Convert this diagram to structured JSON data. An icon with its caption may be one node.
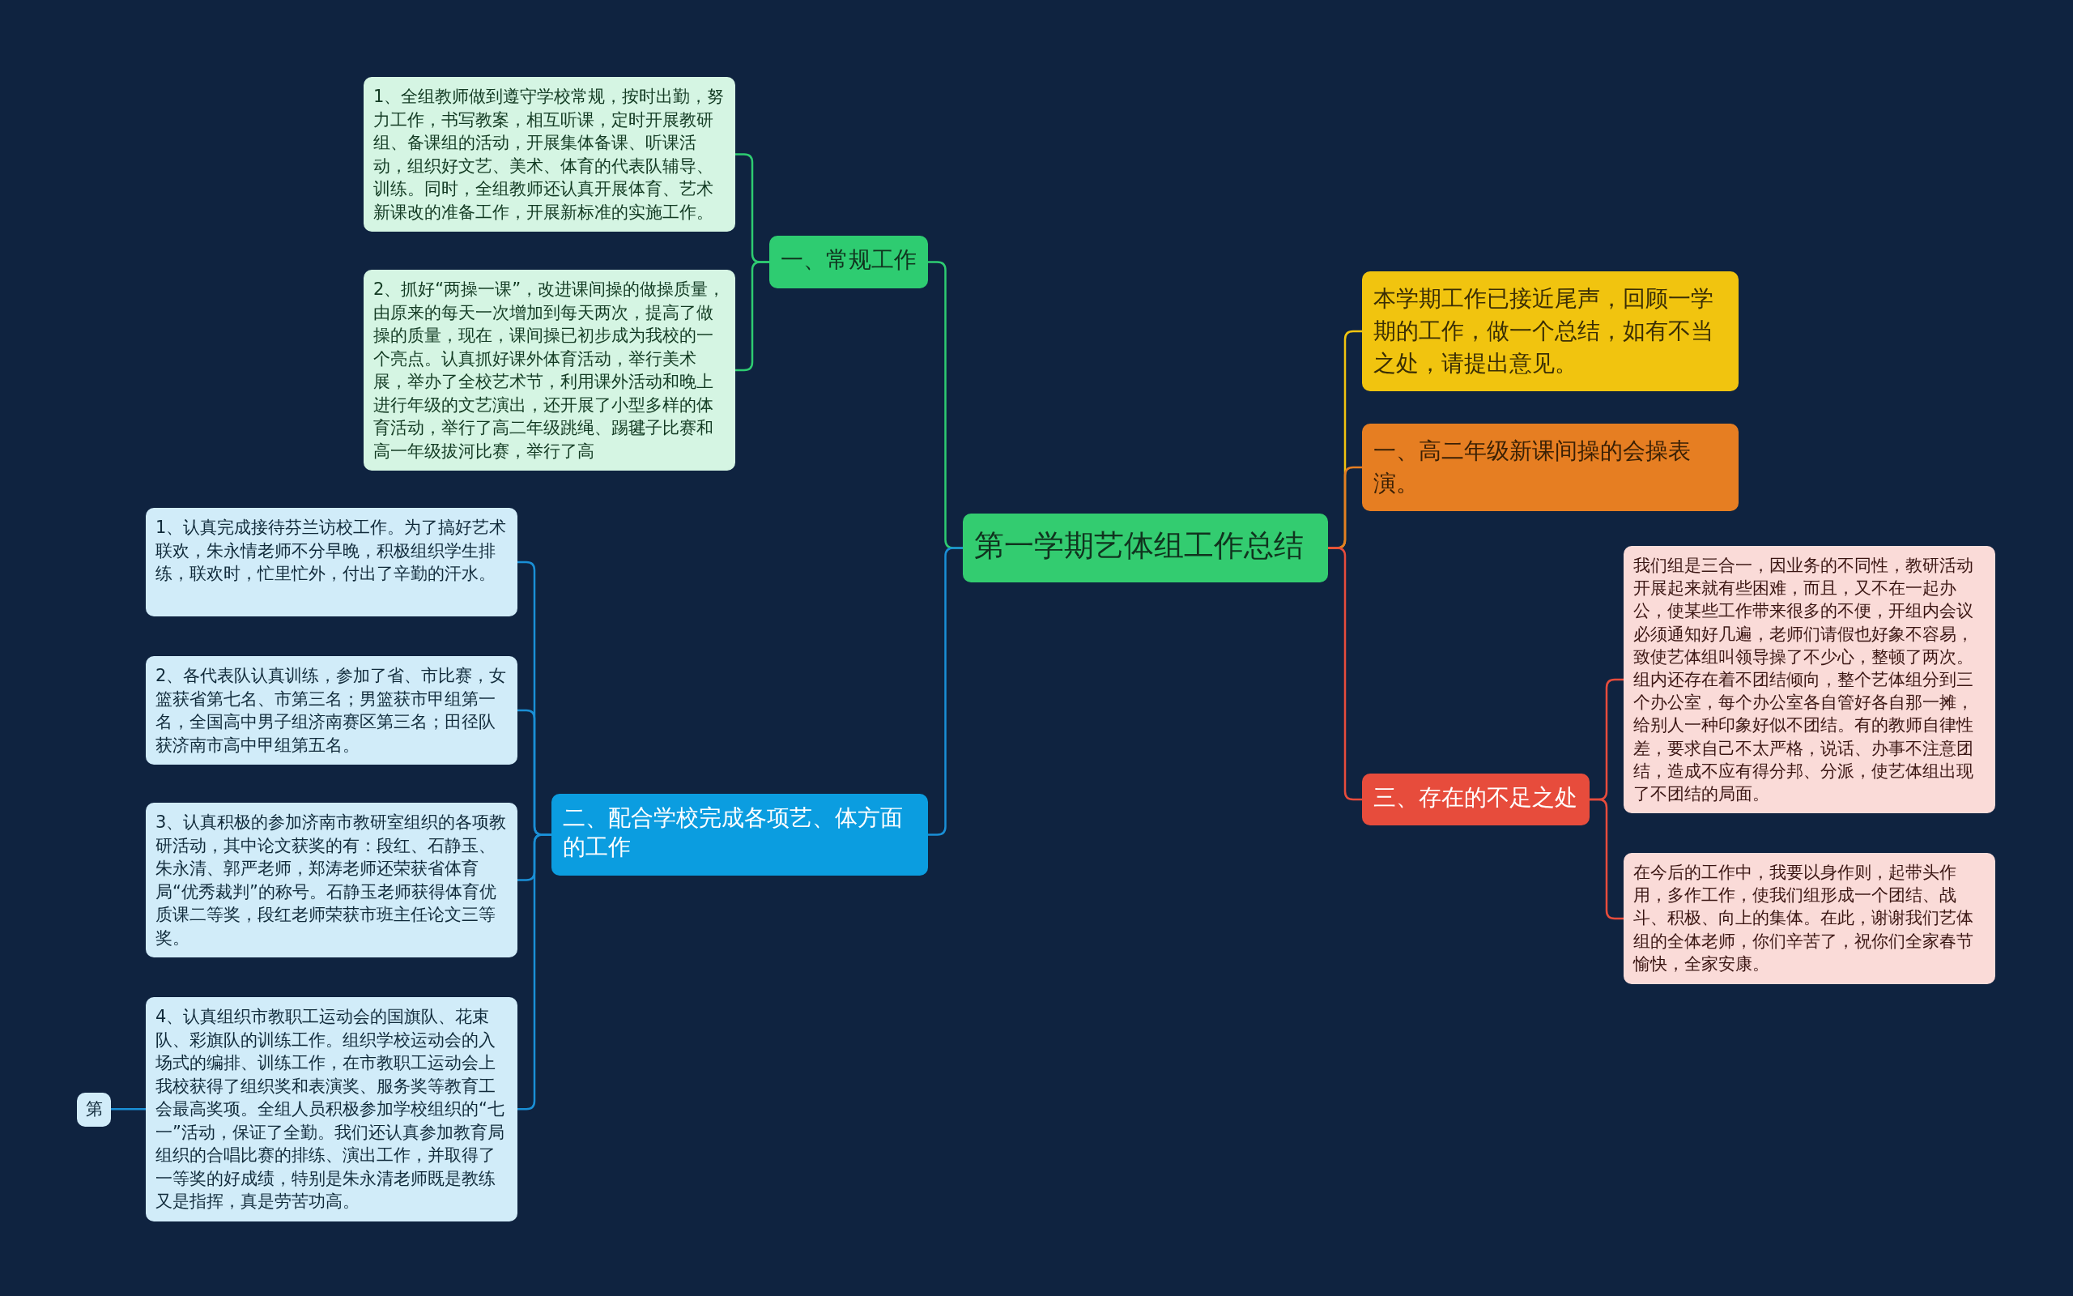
{
  "diagram": {
    "nodes": [
      {
        "text": [
          "第一学期艺体组工作总结"
        ]
      },
      {
        "text": [
          "一、常规工作"
        ]
      },
      {
        "text": [
          "1、全组教师做到遵守学校常规，按时出勤，努力工作，书写教案，相互听课，定时开展教研组、备课组的活动，开展集体备课、听课活动，组织好文艺、美术、体育的代表队辅导、训练。同时，全组教师还认真开展体育、艺术新课改的准备工作，开展新标准的实施工作。"
        ]
      },
      {
        "text": [
          "2、抓好“两操一课”，改进课间操的做操质量，由原来的每天一次增加到每天两次，提高了做操的质量，现在，课间操已初步成为我校的一个亮点。认真抓好课外体育活动，举行美术展，举办了全校艺术节，利用课外活动和晚上进行年级的文艺演出，还开展了小型多样的体育活动，举行了高二年级跳绳、踢毽子比赛和高一年级拔河比赛，举行了高"
        ]
      },
      {
        "text": [
          "二、配合学校完成各项艺、体方面的工作"
        ]
      },
      {
        "text": [
          "1、认真完成接待芬兰访校工作。为了搞好艺术联欢，朱永情老师不分早晚，积极组织学生排练，联欢时，忙里忙外，付出了辛勤的汗水。"
        ]
      },
      {
        "text": [
          "2、各代表队认真训练，参加了省、市比赛，女篮获省第七名、市第三名；男篮获市甲组第一名，全国高中男子组济南赛区第三名；田径队获济南市高中甲组第五名。"
        ]
      },
      {
        "text": [
          "3、认真积极的参加济南市教研室组织的各项教研活动，其中论文获奖的有：段红、石静玉、朱永清、郭严老师，郑涛老师还荣获省体育局“优秀裁判”的称号。石静玉老师获得体育优质课二等奖，段红老师荣获市班主任论文三等奖。"
        ]
      },
      {
        "text": [
          "4、认真组织市教职工运动会的国旗队、花束队、彩旗队的训练工作。组织学校运动会的入场式的编排、训练工作，在市教职工运动会上我校获得了组织奖和表演奖、服务奖等教育工会最高奖项。全组人员积极参加学校组织的“七一”活动，保证了全勤。我们还认真参加教育局组织的合唱比赛的排练、演出工作，并取得了一等奖的好成绩，特别是朱永清老师既是教练又是指挥，真是劳苦功高。"
        ]
      },
      {
        "text": [
          "第"
        ]
      },
      {
        "text": [
          "本学期工作已接近尾声，回顾一学期的工作，做一个总结，如有不当之处，请提出意见。"
        ]
      },
      {
        "text": [
          "一、高二年级新课间操的会操表演。"
        ]
      },
      {
        "text": [
          "三、存在的不足之处"
        ]
      },
      {
        "text": [
          "我们组是三合一，因业务的不同性，教研活动开展起来就有些困难，而且，又不在一起办公，使某些工作带来很多的不便，开组内会议必须通知好几遍，老师们请假也好象不容易，致使艺体组叫领导操了不少心，整顿了两次。组内还存在着不团结倾向，整个艺体组分到三个办公室，每个办公室各自管好各自那一摊，给别人一种印象好似不团结。有的教师自律性差，要求自己不太严格，说话、办事不注意团结，造成不应有得分邦、分派，使艺体组出现了不团结的局面。"
        ]
      },
      {
        "text": [
          "在今后的工作中，我要以身作则，起带头作用，多作工作，使我们组形成一个团结、战斗、积极、向上的集体。在此，谢谢我们艺体组的全体老师，你们辛苦了，祝你们全家春节愉快，全家安康。"
        ]
      }
    ],
    "edges": [
      {
        "from": 0,
        "to": 1,
        "arrow": "none",
        "color": "#2ecc71"
      },
      {
        "from": 1,
        "to": 2,
        "arrow": "none",
        "color": "#2ecc71"
      },
      {
        "from": 1,
        "to": 3,
        "arrow": "none",
        "color": "#2ecc71"
      },
      {
        "from": 0,
        "to": 4,
        "arrow": "none"
      },
      {
        "from": 4,
        "to": 5,
        "arrow": "none"
      },
      {
        "from": 4,
        "to": 6,
        "arrow": "none"
      },
      {
        "from": 4,
        "to": 7,
        "arrow": "none"
      },
      {
        "from": 4,
        "to": 8,
        "arrow": "none"
      },
      {
        "from": 8,
        "to": 9,
        "arrow": "none"
      },
      {
        "from": 0,
        "to": 10,
        "arrow": "none",
        "color": "#f1c40f"
      },
      {
        "from": 0,
        "to": 11,
        "arrow": "none",
        "color": "#e67e22"
      },
      {
        "from": 0,
        "to": 12,
        "arrow": "none",
        "color": "#e74c3c"
      },
      {
        "from": 12,
        "to": 13,
        "arrow": "none",
        "color": "#e74c3c"
      },
      {
        "from": 12,
        "to": 14,
        "arrow": "none",
        "color": "#e74c3c"
      }
    ]
  }
}
